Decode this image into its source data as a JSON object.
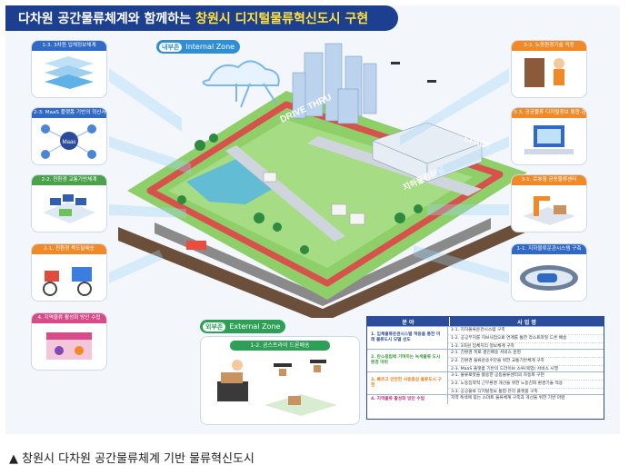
{
  "title": {
    "prefix": "다차원 공간물류체계와 함께하는",
    "highlight": "창원시 디지털물류혁신도시 구현"
  },
  "zones": {
    "internal": {
      "tag": "내부존",
      "label": "Internal Zone"
    },
    "external": {
      "tag": "외부존",
      "label": "External Zone"
    }
  },
  "city_signs": [
    "DRIVE THRU",
    "지하물류터널",
    "SPACE"
  ],
  "cards_left": [
    {
      "label": "1-3. 3차원 입체정보체계"
    },
    {
      "label": "2-3. MaaS 플랫폼 기반의 혁신서비스",
      "badge": "Maas"
    },
    {
      "label": "2-2. 친환경 교통기반체계"
    },
    {
      "label": "2-1. 친환경 목도달배송"
    },
    {
      "label": "4. 지역물류 활성화 방안 수립"
    }
  ],
  "cards_right": [
    {
      "label": "3-2. 노동환경기술 적용"
    },
    {
      "label": "3-3. 공공물류 디지털정보 통합·관리"
    },
    {
      "label": "3-1. 로봇형 공동물류센터"
    },
    {
      "label": "1-1. 지하물류운관시스템 구축"
    }
  ],
  "external_card": {
    "label": "1-2. 공스트라이 드론배송"
  },
  "table": {
    "headers": [
      "분 야",
      "사 업 명"
    ],
    "groups": [
      {
        "field": "1. 입체물류운관시스템 적용을 통한 미래 물류도시 모델 선도",
        "items": [
          "1-1. 지하물류운관시스템 구축",
          "1-2. 공공부지를 허브사업으로 연계를 통한 라스트마일 드론 배송",
          "1-3. 3차원 입체지리 정보체계 구축"
        ]
      },
      {
        "field": "2. 탄소중립에 기여하는 녹색물류 도시환경 마련",
        "items": [
          "2-1. 친환경 목로 결인배송 서비스 운영",
          "2-2. 친환경 물류운송수단을 위한 교통기반체계 구축",
          "2-3. MaaS 플랫폼 기반의 드라이브 스루(픽업) 서비스 시행"
        ]
      },
      {
        "field": "3. 빠르고 안전한 사용중심 물류도시 구현",
        "items": [
          "3-1. 물류로봇을 활용한 공동물류센터의 자동화 구현",
          "3-2. 노동집약적 근무환경 개선을 위한 노동친화 환경기술 적용",
          "3-3. 공공물류 디지털정보 통합·관리 플랫폼 구축"
        ]
      },
      {
        "field": "4. 지역물류 활성화 방안 수립",
        "items": [
          "지역 특색에 맞는 스마트 물류체계 구축과 개선을 위한 기반 마련"
        ]
      }
    ]
  },
  "caption": "▲ 창원시 다차원 공간물류체계 기반 물류혁신도시",
  "colors": {
    "title_bg": "#1d3f8f",
    "title_highlight": "#ffe23b",
    "internal": "#2f8ed4",
    "external": "#2d9f57"
  }
}
